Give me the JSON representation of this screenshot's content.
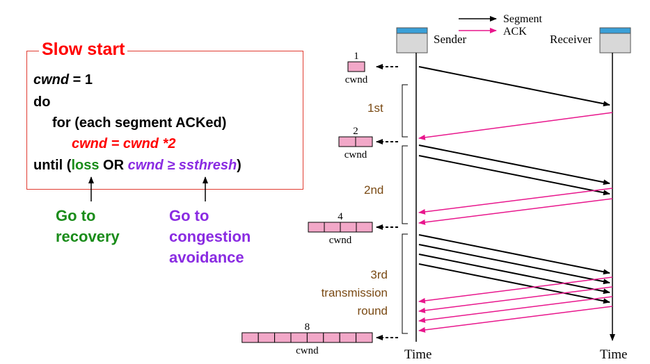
{
  "code_box": {
    "title": "Slow start",
    "line1_var": "cwnd",
    "line1_rest": " = 1",
    "line2": "do",
    "line3": "for (each segment ACKed)",
    "line4": "cwnd = cwnd *2",
    "line5_until": "until (",
    "line5_loss": "loss",
    "line5_or": " OR ",
    "line5_cond": "cwnd ≥ ssthresh",
    "line5_close": ")"
  },
  "notes": {
    "recovery_1": "Go to",
    "recovery_2": "recovery",
    "avoidance_1": "Go to",
    "avoidance_2": "congestion",
    "avoidance_3": "avoidance"
  },
  "legend": {
    "segment": "Segment",
    "ack": "ACK"
  },
  "hosts": {
    "sender": "Sender",
    "receiver": "Receiver"
  },
  "time_labels": {
    "left": "Time",
    "right": "Time"
  },
  "windows": [
    {
      "size": "1",
      "label": "cwnd"
    },
    {
      "size": "2",
      "label": "cwnd"
    },
    {
      "size": "4",
      "label": "cwnd"
    },
    {
      "size": "8",
      "label": "cwnd"
    }
  ],
  "rounds": {
    "first": "1st",
    "second": "2nd",
    "third_1": "3rd",
    "third_2": "transmission",
    "third_3": "round"
  },
  "colors": {
    "segment": "#000000",
    "ack": "#e8168c",
    "window_fill": "#f2a8c8",
    "host": "#3aa0d8"
  }
}
